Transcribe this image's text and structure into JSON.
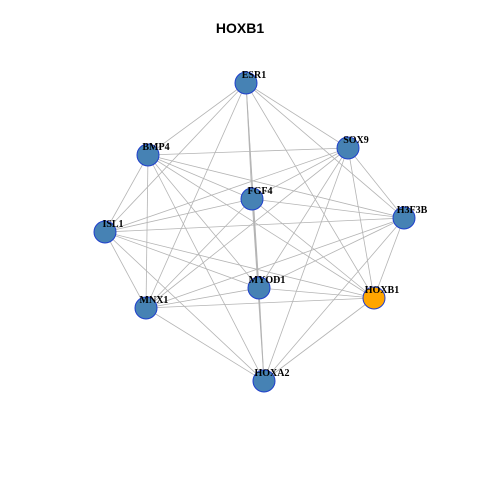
{
  "title": "HOXB1",
  "colors": {
    "default_node": "#4682b4",
    "highlight_node": "#ffa500",
    "node_border": "#1f3fcc",
    "edge": "#b4b4b4"
  },
  "nodes": [
    {
      "id": "ESR1",
      "highlight": false
    },
    {
      "id": "SOX9",
      "highlight": false
    },
    {
      "id": "BMP4",
      "highlight": false
    },
    {
      "id": "FGF4",
      "highlight": false
    },
    {
      "id": "H3F3B",
      "highlight": false
    },
    {
      "id": "ISL1",
      "highlight": false
    },
    {
      "id": "MYOD1",
      "highlight": false
    },
    {
      "id": "HOXB1",
      "highlight": true
    },
    {
      "id": "MNX1",
      "highlight": false
    },
    {
      "id": "HOXA2",
      "highlight": false
    }
  ],
  "edges": [
    [
      "ESR1",
      "BMP4"
    ],
    [
      "ESR1",
      "SOX9"
    ],
    [
      "ESR1",
      "FGF4"
    ],
    [
      "ESR1",
      "H3F3B"
    ],
    [
      "ESR1",
      "ISL1"
    ],
    [
      "ESR1",
      "MYOD1"
    ],
    [
      "ESR1",
      "HOXB1"
    ],
    [
      "ESR1",
      "MNX1"
    ],
    [
      "ESR1",
      "HOXA2"
    ],
    [
      "SOX9",
      "BMP4"
    ],
    [
      "SOX9",
      "FGF4"
    ],
    [
      "SOX9",
      "H3F3B"
    ],
    [
      "SOX9",
      "ISL1"
    ],
    [
      "SOX9",
      "MYOD1"
    ],
    [
      "SOX9",
      "HOXB1"
    ],
    [
      "SOX9",
      "MNX1"
    ],
    [
      "SOX9",
      "HOXA2"
    ],
    [
      "BMP4",
      "FGF4"
    ],
    [
      "BMP4",
      "H3F3B"
    ],
    [
      "BMP4",
      "ISL1"
    ],
    [
      "BMP4",
      "MYOD1"
    ],
    [
      "BMP4",
      "HOXB1"
    ],
    [
      "BMP4",
      "MNX1"
    ],
    [
      "BMP4",
      "HOXA2"
    ],
    [
      "FGF4",
      "H3F3B"
    ],
    [
      "FGF4",
      "ISL1"
    ],
    [
      "FGF4",
      "MYOD1"
    ],
    [
      "FGF4",
      "HOXB1"
    ],
    [
      "FGF4",
      "MNX1"
    ],
    [
      "FGF4",
      "HOXA2"
    ],
    [
      "H3F3B",
      "ISL1"
    ],
    [
      "H3F3B",
      "MYOD1"
    ],
    [
      "H3F3B",
      "HOXB1"
    ],
    [
      "H3F3B",
      "MNX1"
    ],
    [
      "H3F3B",
      "HOXA2"
    ],
    [
      "ISL1",
      "MYOD1"
    ],
    [
      "ISL1",
      "HOXB1"
    ],
    [
      "ISL1",
      "MNX1"
    ],
    [
      "ISL1",
      "HOXA2"
    ],
    [
      "MYOD1",
      "HOXB1"
    ],
    [
      "MYOD1",
      "MNX1"
    ],
    [
      "MYOD1",
      "HOXA2"
    ],
    [
      "HOXB1",
      "MNX1"
    ],
    [
      "HOXB1",
      "HOXA2"
    ],
    [
      "MNX1",
      "HOXA2"
    ]
  ]
}
